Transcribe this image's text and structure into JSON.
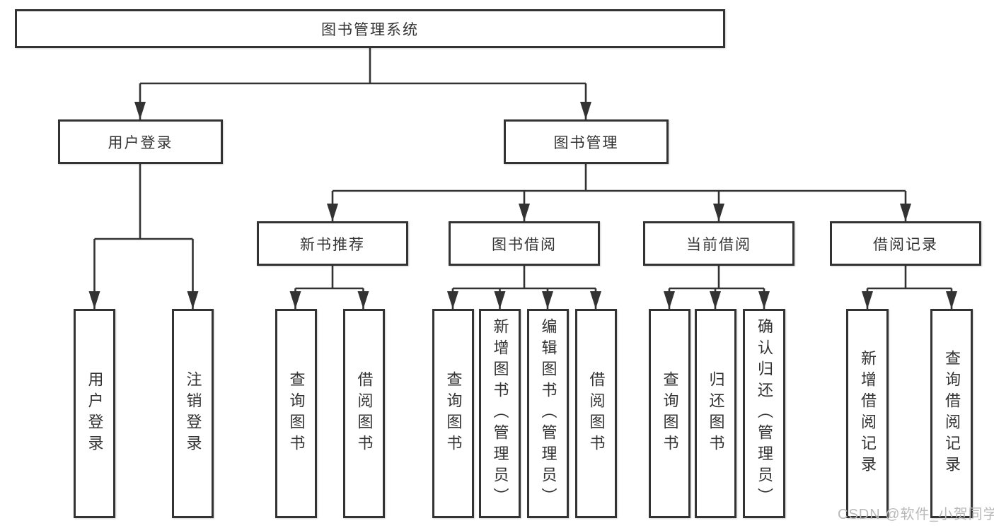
{
  "diagram": {
    "root": {
      "label": "图书管理系统"
    },
    "level2": {
      "user_login": {
        "label": "用户登录"
      },
      "book_mgmt": {
        "label": "图书管理"
      }
    },
    "level3": {
      "new_book": {
        "label": "新书推荐"
      },
      "book_borrow": {
        "label": "图书借阅"
      },
      "current_borrow": {
        "label": "当前借阅"
      },
      "borrow_record": {
        "label": "借阅记录"
      }
    },
    "leaves": {
      "user_login": [
        "用户登录",
        "注销登录"
      ],
      "new_book": [
        "查询图书",
        "借阅图书"
      ],
      "book_borrow": [
        "查询图书",
        "新增图书（管理员）",
        "编辑图书（管理员）",
        "借阅图书"
      ],
      "current_borrow": [
        "查询图书",
        "归还图书",
        "确认归还（管理员）"
      ],
      "borrow_record": [
        "新增借阅记录",
        "查询借阅记录"
      ]
    },
    "watermark": "CSDN @软件_小贺同学",
    "colors": {
      "line": "#333333",
      "text": "#333333",
      "box_background": "#ffffff",
      "watermark": "#b9b9b9"
    }
  }
}
